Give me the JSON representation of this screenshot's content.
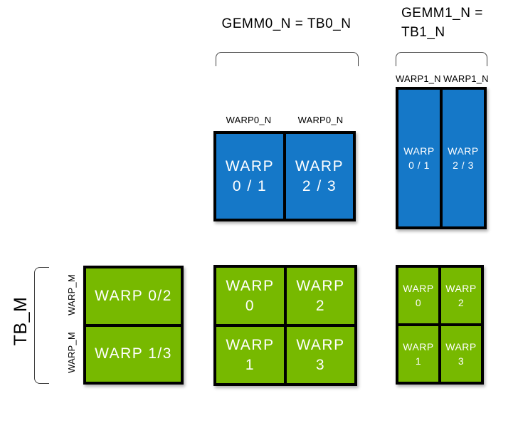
{
  "header": {
    "gemm0_label": "GEMM0_N = TB0_N",
    "gemm1_label_line1": "GEMM1_N =",
    "gemm1_label_line2": "TB1_N"
  },
  "column_labels": {
    "warp0_n_left": "WARP0_N",
    "warp0_n_right": "WARP0_N",
    "warp1_n_left": "WARP1_N",
    "warp1_n_right": "WARP1_N"
  },
  "row_labels": {
    "tb_m": "TB_M",
    "warp_m_top": "WARP_M",
    "warp_m_bottom": "WARP_M"
  },
  "blue_grid_mid": {
    "cells": [
      {
        "line1": "WARP",
        "line2": "0 / 1"
      },
      {
        "line1": "WARP",
        "line2": "2 / 3"
      }
    ]
  },
  "blue_grid_right": {
    "cells": [
      {
        "line1": "WARP",
        "line2": "0 / 1"
      },
      {
        "line1": "WARP",
        "line2": "2 / 3"
      }
    ]
  },
  "green_grid_left": {
    "cells": [
      {
        "label": "WARP 0/2"
      },
      {
        "label": "WARP 1/3"
      }
    ]
  },
  "green_grid_mid": {
    "cells": [
      {
        "line1": "WARP",
        "line2": "0"
      },
      {
        "line1": "WARP",
        "line2": "2"
      },
      {
        "line1": "WARP",
        "line2": "1"
      },
      {
        "line1": "WARP",
        "line2": "3"
      }
    ]
  },
  "green_grid_right": {
    "cells": [
      {
        "line1": "WARP",
        "line2": "0"
      },
      {
        "line1": "WARP",
        "line2": "2"
      },
      {
        "line1": "WARP",
        "line2": "1"
      },
      {
        "line1": "WARP",
        "line2": "3"
      }
    ]
  },
  "colors": {
    "blue": "#1578C8",
    "green": "#77B900",
    "box_border": "#000000",
    "bracket": "#3F3F3F",
    "cell_text": "#FFFFFF",
    "label_text": "#000000",
    "background": "#FFFFFF"
  }
}
